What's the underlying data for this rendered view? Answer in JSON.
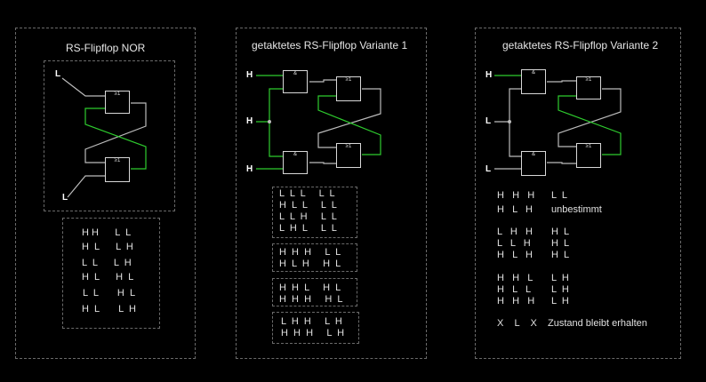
{
  "panels": [
    {
      "title": "RS-Flipflop NOR"
    },
    {
      "title": "getaktetes RS-Flipflop Variante 1"
    },
    {
      "title": "getaktetes RS-Flipflop Variante 2"
    }
  ],
  "gate_labels": {
    "nor": "≥1",
    "and": "&"
  },
  "signals": {
    "p1_top": "L",
    "p1_bottom": "L",
    "p2_top": "H",
    "p2_mid": "H",
    "p2_bottom": "H",
    "p3_top": "H",
    "p3_mid": "L",
    "p3_bottom": "L"
  },
  "table1": [
    "H H      L  L",
    "H  L      L  H",
    "L  L      L  H",
    "H  L      H  L",
    "L  L       H  L",
    "H  L       L  H"
  ],
  "table2": [
    [
      "L  L  L     L  L",
      "H  L  L     L  L",
      "L  L  H     L  L",
      "L  H  L     L  L"
    ],
    [
      "H  H  H     L  L",
      "H  L  H     H  L"
    ],
    [
      "H  H  L     H  L",
      "H  H  H     H  L"
    ],
    [
      "L  H  H     L  H",
      "H  H  H     L  H"
    ]
  ],
  "table3": [
    {
      "bits": "H   H   H",
      "out": "L  L"
    },
    {
      "bits": "H   L   H",
      "out": "unbestimmt"
    },
    {
      "bits": "L   H   H",
      "out": "H  L"
    },
    {
      "bits": "L   L   H",
      "out": "H  L"
    },
    {
      "bits": "H   L   H",
      "out": "H  L"
    },
    {
      "bits": "H   H   L",
      "out": "L  H"
    },
    {
      "bits": "H   L   L",
      "out": "L  H"
    },
    {
      "bits": "H   H   H",
      "out": "L  H"
    },
    {
      "bits": "X    L    X",
      "out": "Zustand bleibt erhalten"
    }
  ]
}
